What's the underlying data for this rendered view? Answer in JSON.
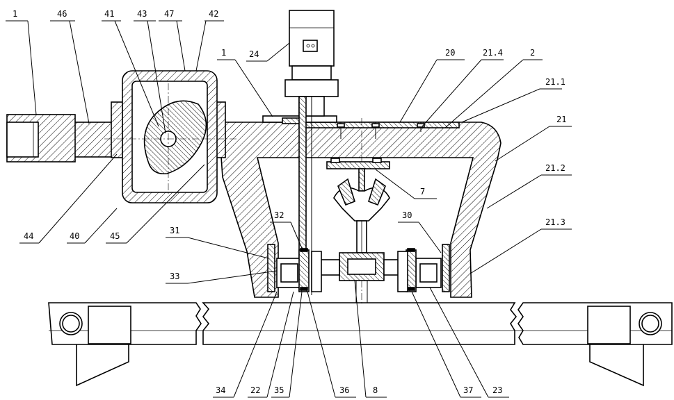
{
  "colors": {
    "ink": "#000000",
    "paper": "#ffffff"
  },
  "labels": {
    "l1a": "1",
    "l46": "46",
    "l41": "41",
    "l43": "43",
    "l47": "47",
    "l42": "42",
    "l24": "24",
    "l1b": "1",
    "l20": "20",
    "l21_4": "21.4",
    "l2": "2",
    "l21_1": "21.1",
    "l21": "21",
    "l21_2": "21.2",
    "l21_3": "21.3",
    "l7": "7",
    "l30": "30",
    "l32": "32",
    "l31": "31",
    "l33": "33",
    "l44": "44",
    "l40": "40",
    "l45": "45",
    "l34": "34",
    "l22": "22",
    "l35": "35",
    "l36": "36",
    "l8": "8",
    "l37": "37",
    "l23": "23"
  }
}
